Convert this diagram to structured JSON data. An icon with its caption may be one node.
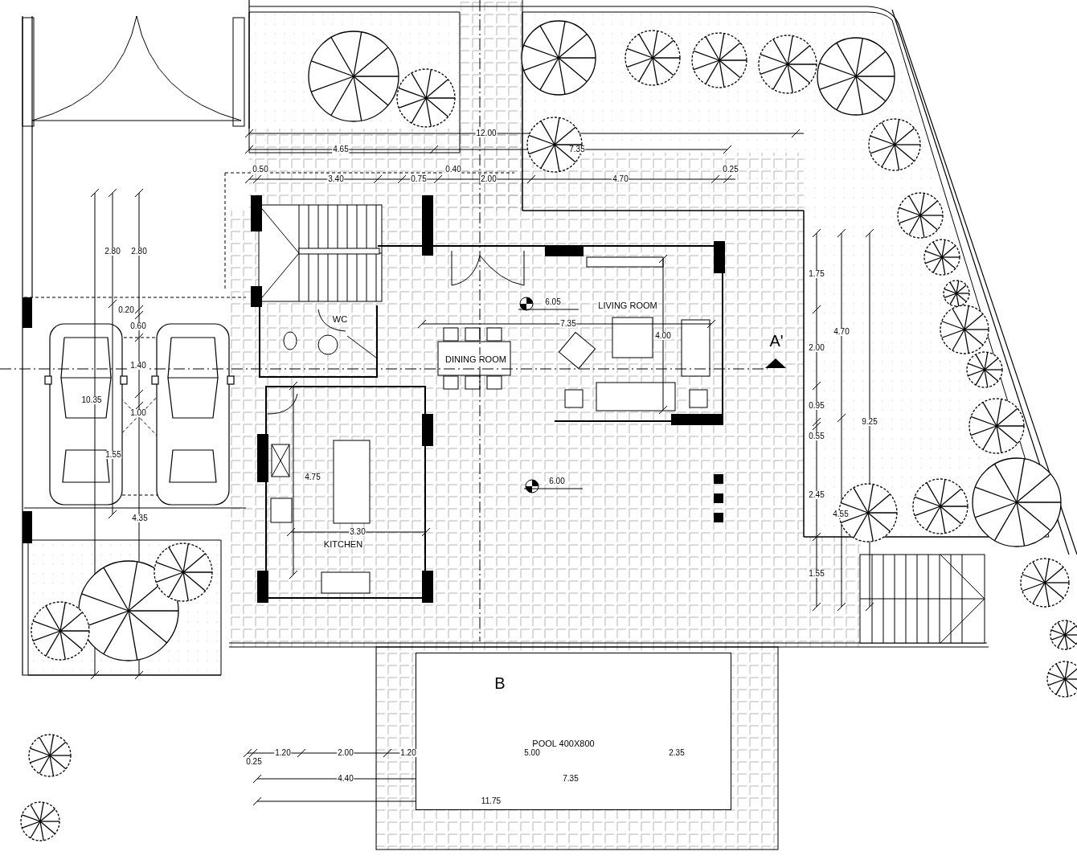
{
  "diagram": {
    "nodes": [
      {
        "text": [
          "WC"
        ]
      },
      {
        "text": [
          "DINING ROOM"
        ]
      },
      {
        "text": [
          "LIVING ROOM"
        ]
      },
      {
        "text": [
          "KITCHEN"
        ]
      },
      {
        "text": [
          "POOL 400X800"
        ]
      }
    ],
    "labels": [
      "12.00",
      "4.65",
      "7.35",
      "0.50",
      "0.40",
      "0.25",
      "3.40",
      "0.75",
      "2.00",
      "4.70",
      "2.80",
      "2.80",
      "1.75",
      "0.20",
      "6.05",
      "0.60",
      "7.35",
      "4.70",
      "4.00",
      "A'",
      "2.00",
      "1.40",
      "10.35",
      "0.95",
      "1.00",
      "9.25",
      "0.55",
      "1.55",
      "4.75",
      "6.00",
      "2.45",
      "4.55",
      "4.35",
      "3.30",
      "1.55",
      "B",
      "1.20",
      "2.00",
      "1.20",
      "5.00",
      "2.35",
      "0.25",
      "4.40",
      "7.35",
      "11.75"
    ]
  }
}
